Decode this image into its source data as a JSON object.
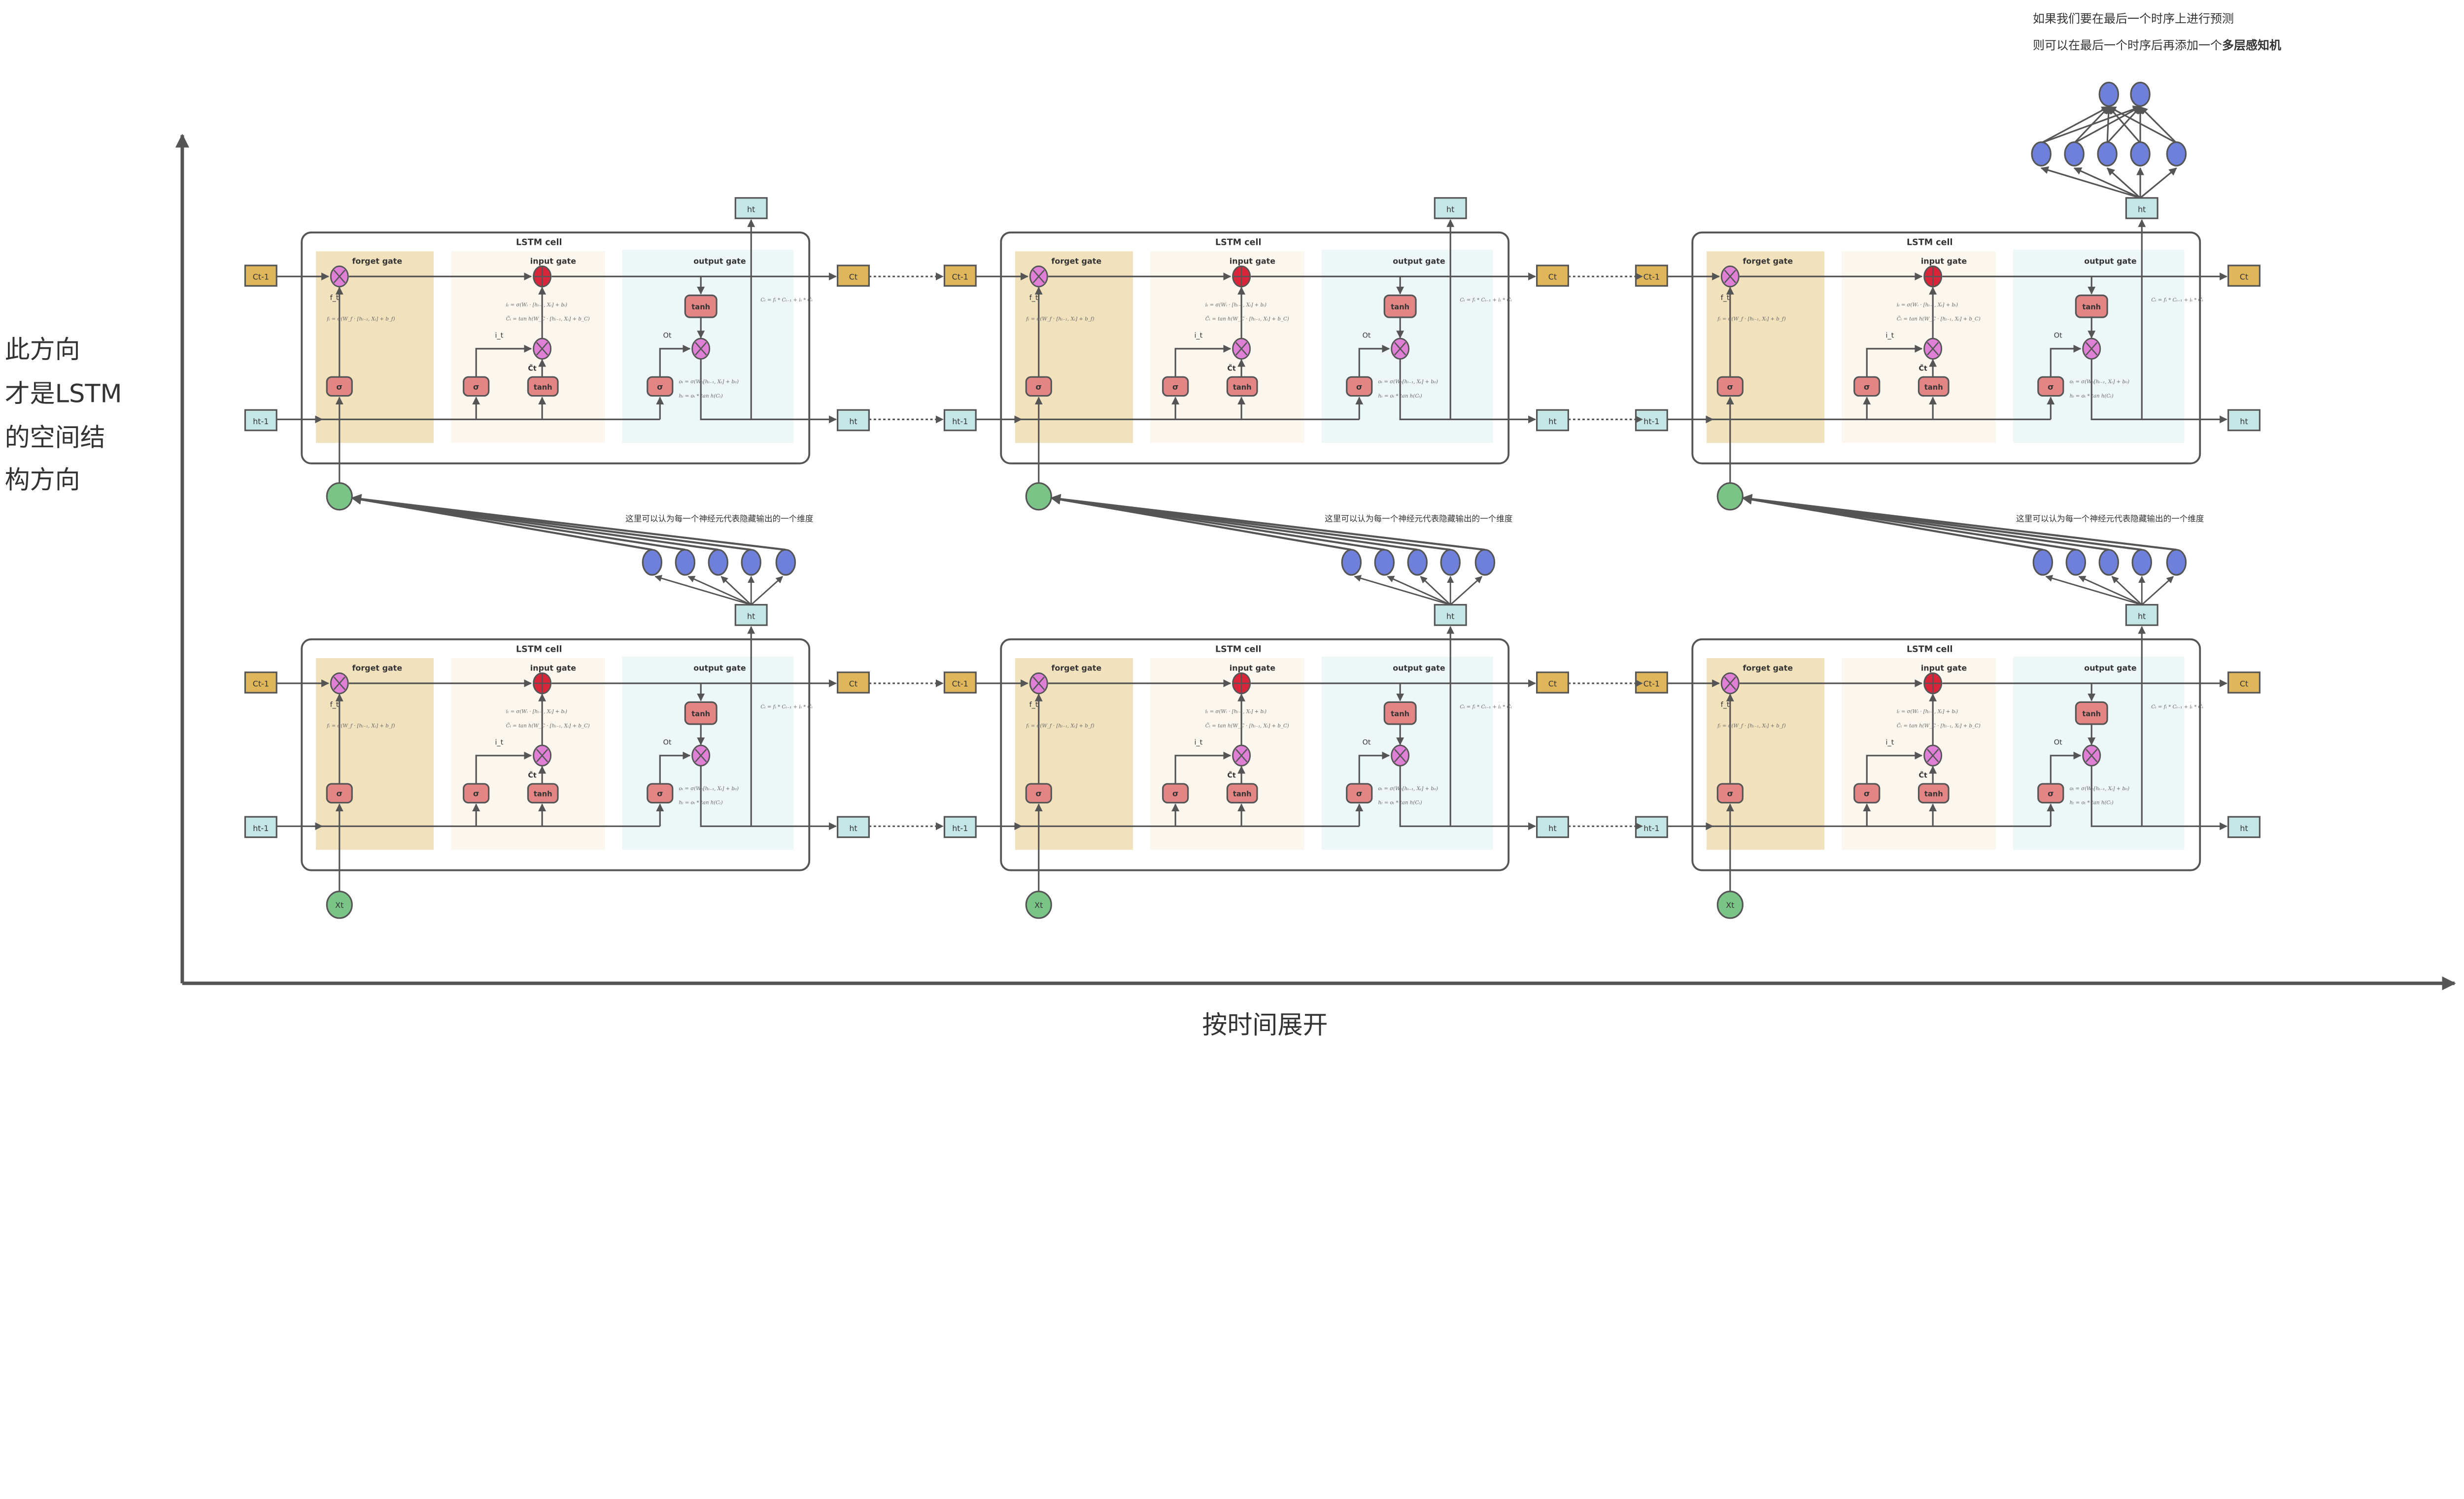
{
  "side_label": [
    "此方向",
    "才是LSTM",
    "的空间结",
    "构方向"
  ],
  "x_axis_label": "按时间展开",
  "note_top": [
    "如果我们要在最后一个时序上进行预测",
    "则可以在最后一个时序后再添加一个",
    "多层感知机"
  ],
  "note_hidden": "这里可以认为每一个神经元代表隐藏输出的一个维度",
  "cell": {
    "title": "LSTM cell",
    "forget_gate": "forget gate",
    "input_gate": "input gate",
    "output_gate": "output gate",
    "c_prev": "Ct-1",
    "c_out": "Ct",
    "h_prev": "ht-1",
    "h_out": "ht",
    "sigma": "σ",
    "tanh": "tanh",
    "f_label": "f_t",
    "i_label": "i_t",
    "o_label": "Ot",
    "c_tilde_label": "C̃t",
    "formula_f": "fₜ = σ(W_f · [hₜ₋₁, Xₜ] + b_f)",
    "formula_i": "iₜ = σ(Wᵢ · [hₜ₋₁, Xₜ] + bᵢ)",
    "formula_c_tilde": "C̃ₜ = tan h(W_C · [hₜ₋₁, Xₜ] + b_C)",
    "formula_c": "Cₜ = fₜ * Cₜ₋₁ + iₜ * C̃ₜ",
    "formula_o": "oₜ = σ(W₀[hₜ₋₁, Xₜ] + b₀)",
    "formula_h": "hₜ = oₜ * tan h(Cₜ)"
  },
  "input_label": "Xt",
  "colors": {
    "cell_state_box": "#dfb75a",
    "hidden_box": "#c5e6e6",
    "forget_bg": "#f1e1bd",
    "input_bg": "#fbf6ee",
    "output_bg": "#eef7f8",
    "gate_box": "#e38585",
    "multiply_node": "#e07fd6",
    "add_node": "#d9253a",
    "neuron": "#6e80d9",
    "input_node": "#7bc487",
    "line": "#555555"
  }
}
